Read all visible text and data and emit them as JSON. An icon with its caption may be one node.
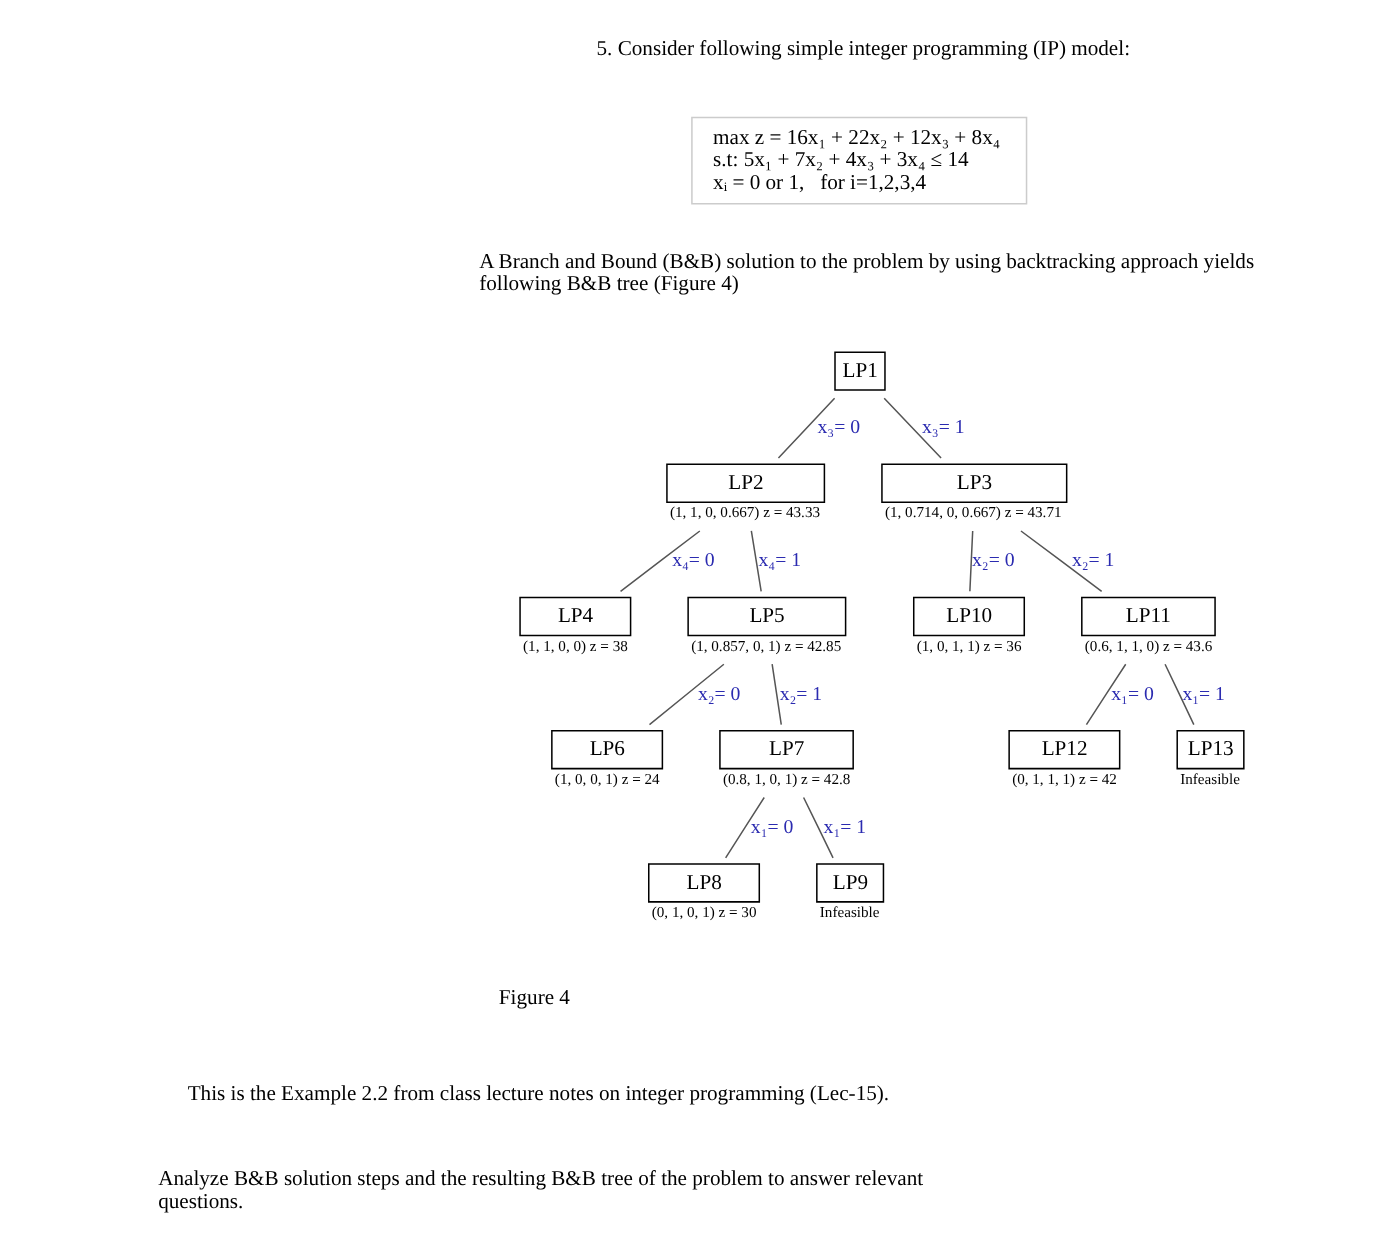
{
  "diagram": {
    "nodes": [
      {
        "text": [
          "max z = 16x₁ + 22x₂ + 12x₃ + 8x₄",
          "s.t: 5x₁ + 7x₂ + 4x₃ + 3x₄ ≤ 14",
          "xᵢ = 0 or 1,   for i=1,2,3,4"
        ]
      },
      {
        "text": [
          "LP1"
        ]
      },
      {
        "text": [
          "LP2"
        ],
        "beside": [
          "(1, 1, 0, 0.667) z = 43.33"
        ]
      },
      {
        "text": [
          "LP3"
        ],
        "beside": [
          "(1, 0.714, 0, 0.667) z = 43.71"
        ]
      },
      {
        "text": [
          "LP4"
        ],
        "beside": [
          "(1, 1, 0, 0) z = 38"
        ]
      },
      {
        "text": [
          "LP5"
        ],
        "beside": [
          "(1, 0.857, 0, 1) z = 42.85"
        ]
      },
      {
        "text": [
          "LP10"
        ],
        "beside": [
          "(1, 0, 1, 1) z = 36"
        ]
      },
      {
        "text": [
          "LP11"
        ],
        "beside": [
          "(0.6, 1, 1, 0) z = 43.6"
        ]
      },
      {
        "text": [
          "LP6"
        ],
        "beside": [
          "(1, 0, 0, 1) z = 24"
        ]
      },
      {
        "text": [
          "LP7"
        ],
        "beside": [
          "(0.8, 1, 0, 1) z = 42.8"
        ]
      },
      {
        "text": [
          "LP12"
        ],
        "beside": [
          "(0, 1, 1, 1) z = 42"
        ]
      },
      {
        "text": [
          "LP13"
        ],
        "beside": [
          "Infeasible"
        ]
      },
      {
        "text": [
          "LP8"
        ],
        "beside": [
          "(0, 1, 0, 1) z = 30"
        ]
      },
      {
        "text": [
          "LP9"
        ],
        "beside": [
          "Infeasible"
        ]
      }
    ],
    "edges": [
      {
        "from": 1,
        "to": 2,
        "arrow": "none",
        "label": "x₃= 0"
      },
      {
        "from": 1,
        "to": 3,
        "arrow": "none",
        "label": "x₃= 1"
      },
      {
        "from": 2,
        "to": 4,
        "arrow": "none",
        "label": "x₄= 0"
      },
      {
        "from": 2,
        "to": 5,
        "arrow": "none",
        "label": "x₄= 1"
      },
      {
        "from": 3,
        "to": 6,
        "arrow": "none",
        "label": "x₂= 0"
      },
      {
        "from": 3,
        "to": 7,
        "arrow": "none",
        "label": "x₂= 1"
      },
      {
        "from": 5,
        "to": 8,
        "arrow": "none",
        "label": "x₂= 0"
      },
      {
        "from": 5,
        "to": 9,
        "arrow": "none",
        "label": "x₂= 1"
      },
      {
        "from": 7,
        "to": 10,
        "arrow": "none",
        "label": "x₁= 0"
      },
      {
        "from": 7,
        "to": 11,
        "arrow": "none",
        "label": "x₁= 1"
      },
      {
        "from": 9,
        "to": 12,
        "arrow": "none",
        "label": "x₁= 0"
      },
      {
        "from": 9,
        "to": 13,
        "arrow": "none",
        "label": "x₁= 1"
      }
    ],
    "labels": [
      "5. Consider following simple integer programming (IP) model:",
      "A Branch and Bound (B&B) solution to the problem by using backtracking approach yields following B&B tree (Figure 4)",
      "Figure 4",
      "This is the Example 2.2 from class lecture notes on integer programming (Lec-15).",
      "Analyze B&B solution steps and the resulting B&B tree of the problem to answer relevant questions."
    ]
  }
}
